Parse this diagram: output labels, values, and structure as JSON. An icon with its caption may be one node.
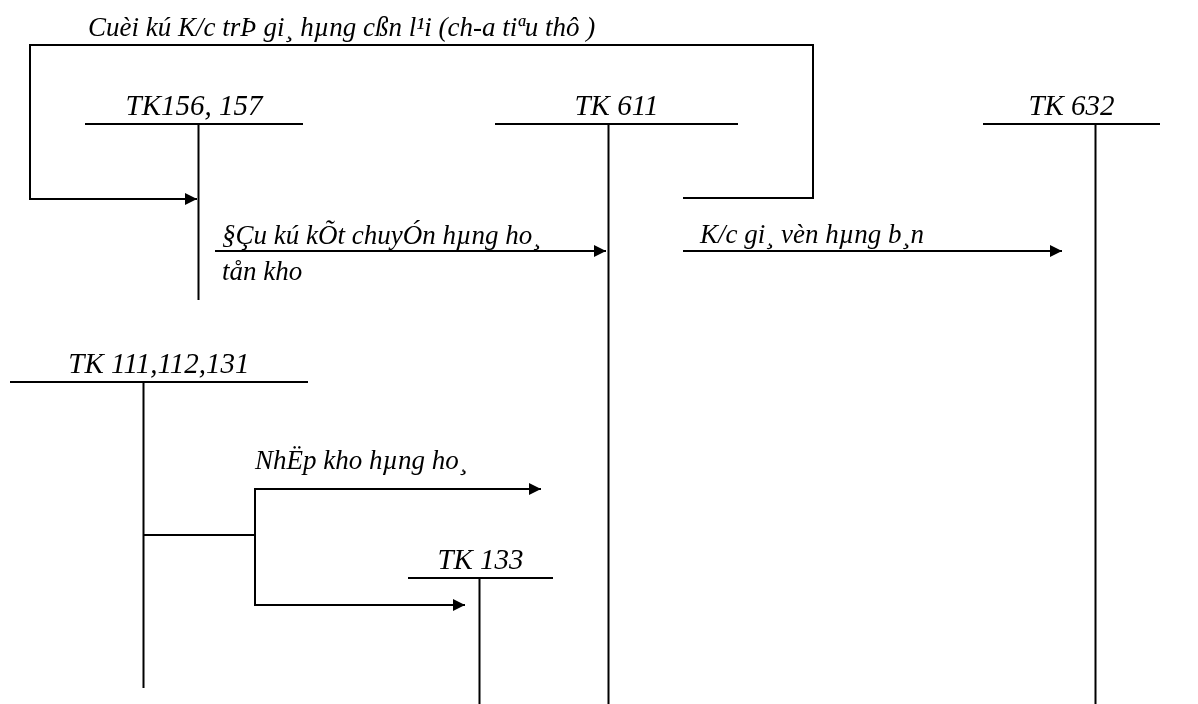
{
  "diagram": {
    "nodes": [
      {
        "text": [
          "TK156, 157"
        ]
      },
      {
        "text": [
          "TK 611"
        ]
      },
      {
        "text": [
          "TK 632"
        ]
      },
      {
        "text": [
          "TK 111,112,131"
        ]
      },
      {
        "text": [
          "TK 133"
        ]
      }
    ],
    "edges": [
      {
        "from": 1,
        "to": 0,
        "arrow": "to",
        "label": "Cuèi kú K/c trÞ gi¸ hµng cßn l¹i (ch-a tiªu thô )"
      },
      {
        "from": 0,
        "to": 1,
        "arrow": "to",
        "label": "§Çu kú kÕt chuyÓn hµng ho¸ tån kho"
      },
      {
        "from": 1,
        "to": 2,
        "arrow": "to",
        "label": "K/c gi¸ vèn hµng b¸n"
      },
      {
        "from": 3,
        "to": 1,
        "arrow": "to",
        "label": "NhËp kho hµng ho¸"
      },
      {
        "from": 3,
        "to": 4,
        "arrow": "to"
      }
    ]
  }
}
